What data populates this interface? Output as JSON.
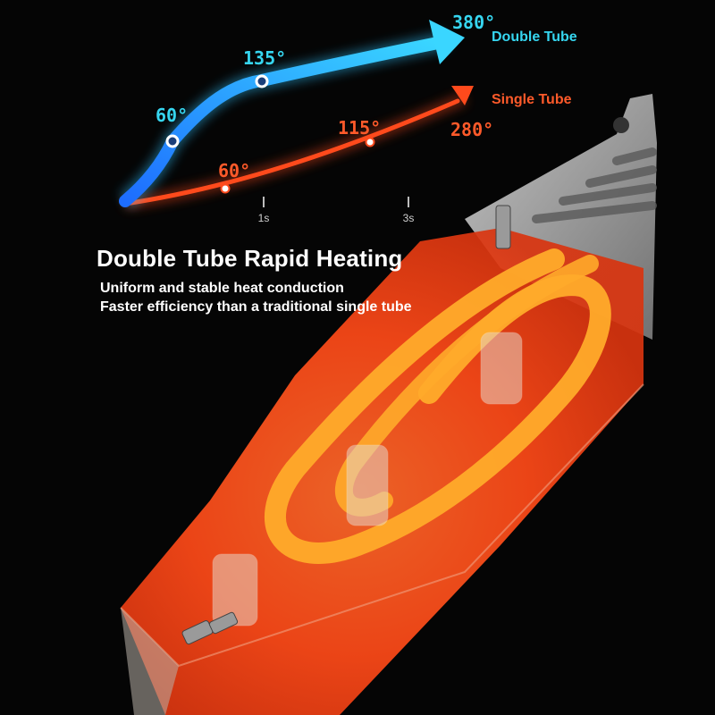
{
  "headline": "Double Tube Rapid Heating",
  "subtitles": [
    "Uniform and stable heat conduction",
    "Faster efficiency than a traditional single tube"
  ],
  "colors": {
    "double_tube": "#2ec4ff",
    "single_tube": "#ff4a1c",
    "label_cyan": "#36d6f0",
    "label_orange": "#ff5a2a",
    "heater_glow": "#ff5a1e",
    "heater_tube": "#ffab2a",
    "metal": "#b9b9b9"
  },
  "chart_data": {
    "type": "line",
    "x": [
      "1s",
      "3s"
    ],
    "series": [
      {
        "name": "Double Tube",
        "points": [
          "60°",
          "135°",
          "380°"
        ]
      },
      {
        "name": "Single Tube",
        "points": [
          "60°",
          "115°",
          "280°"
        ]
      }
    ],
    "grid": true,
    "legend": "right"
  }
}
